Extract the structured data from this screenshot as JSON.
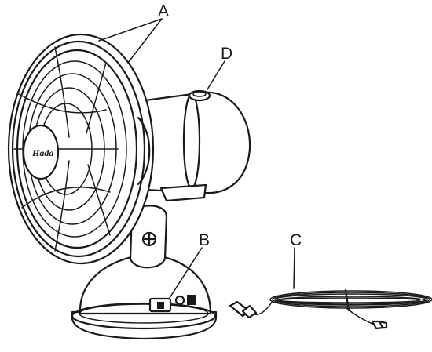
{
  "callouts": {
    "a": "A",
    "b": "B",
    "c": "C",
    "d": "D"
  },
  "logo_text": "Hada",
  "colors": {
    "line": "#1a1a1a",
    "background": "#ffffff"
  }
}
